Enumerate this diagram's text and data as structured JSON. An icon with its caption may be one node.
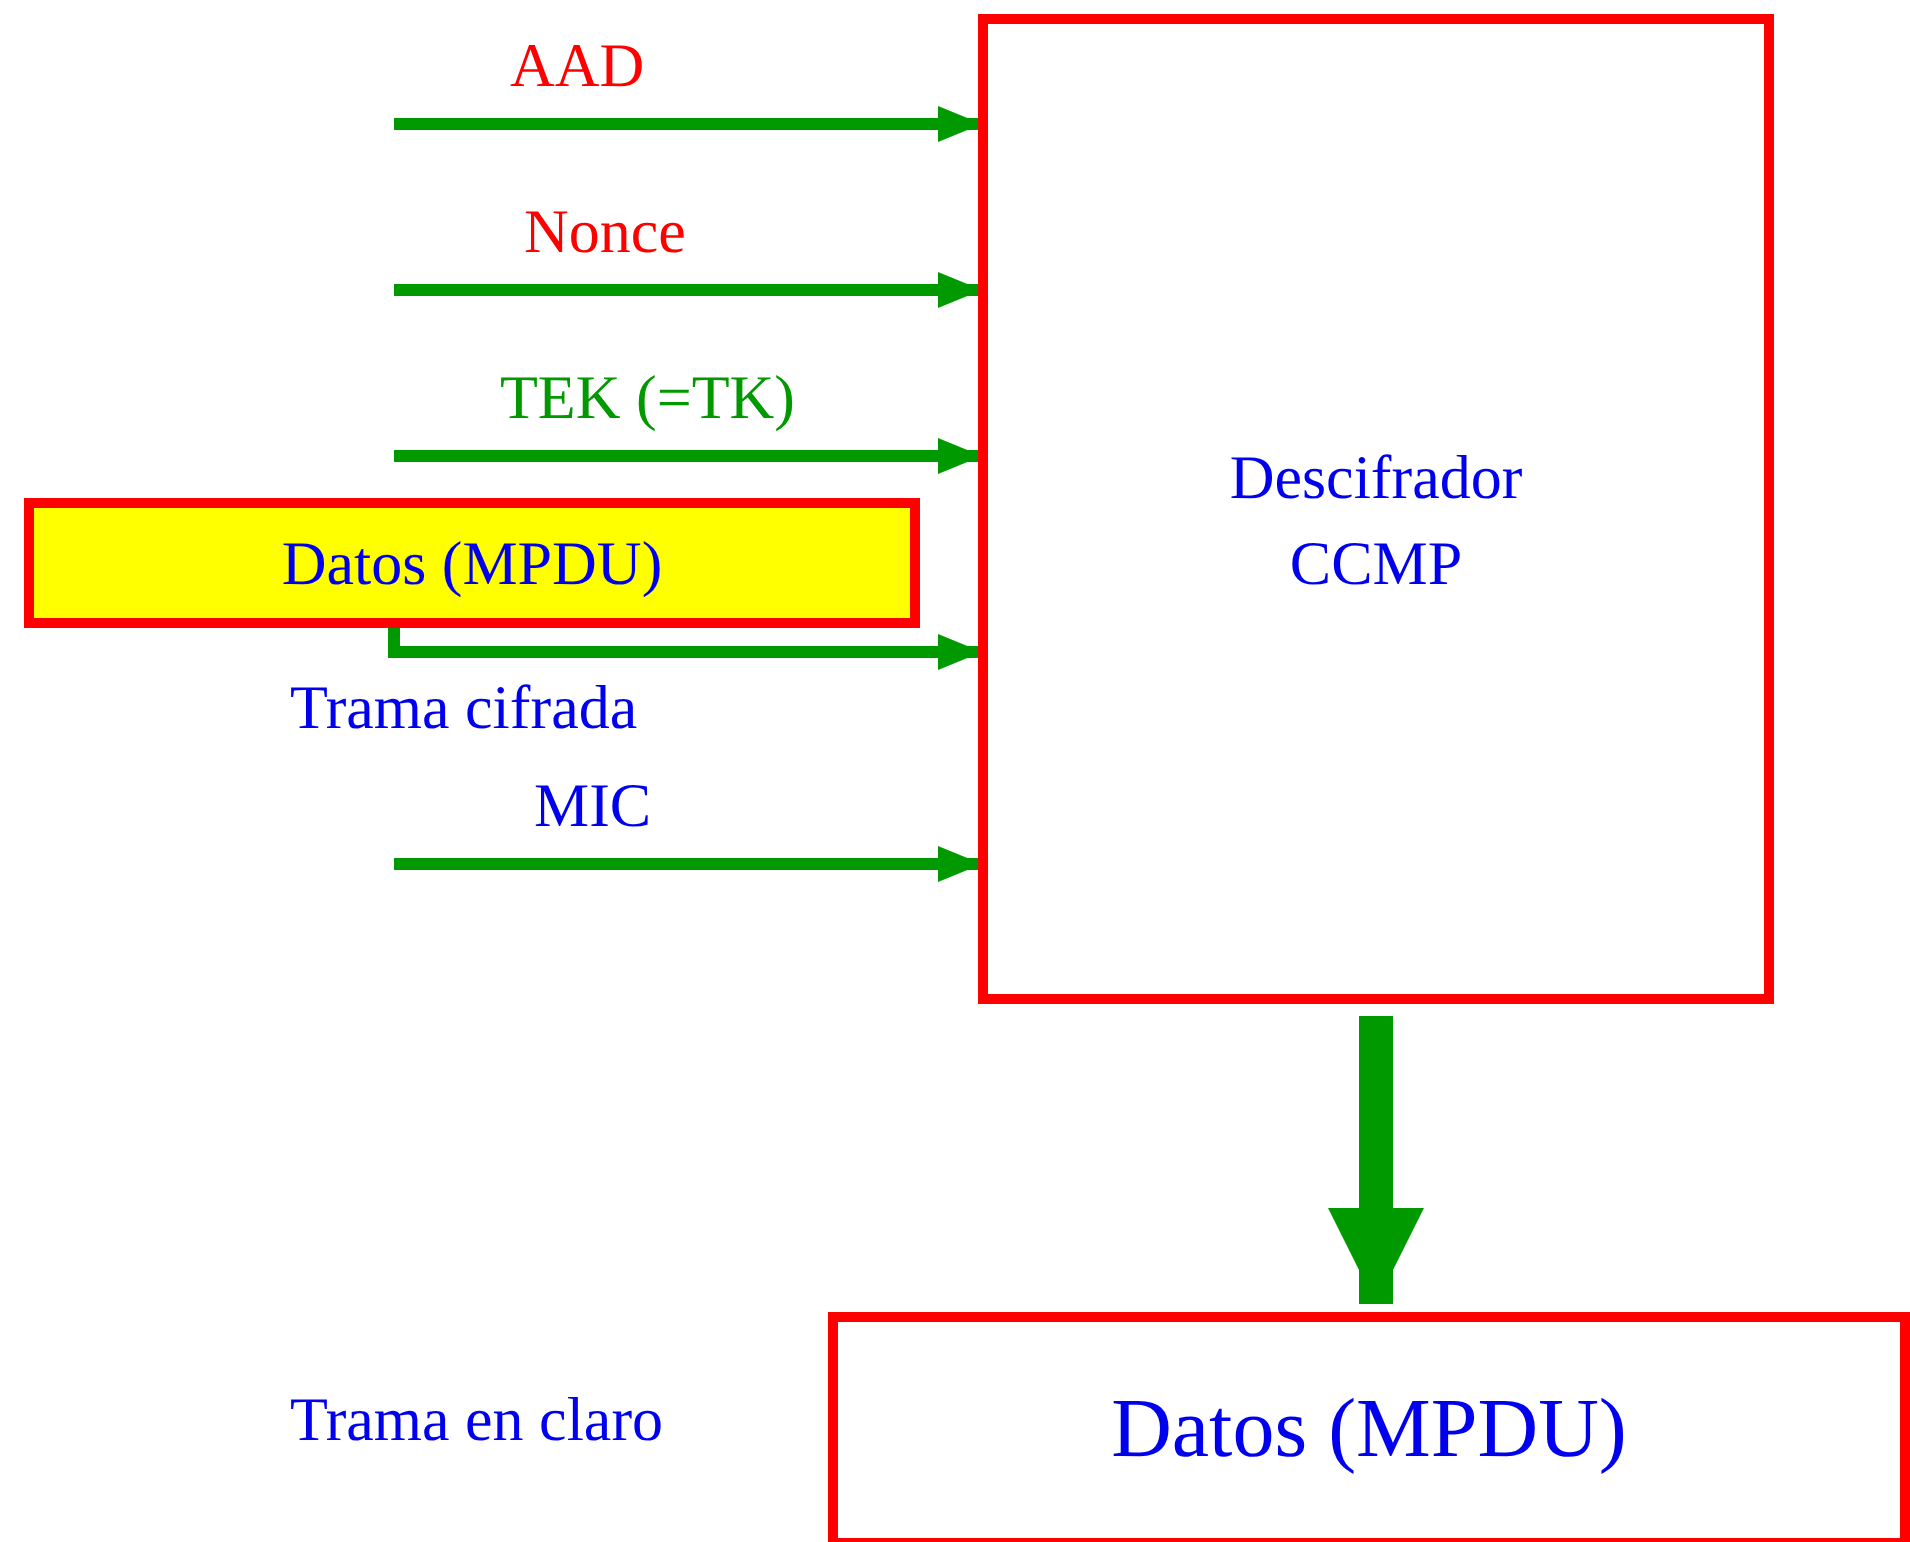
{
  "diagram": {
    "nodes": [
      {
        "text": [
          "Descifrador CCMP"
        ]
      },
      {
        "text": [
          "Datos (MPDU)"
        ]
      },
      {
        "text": [
          "Datos (MPDU)"
        ],
        "beside": [
          "Trama en claro"
        ]
      }
    ],
    "edges": [
      {
        "from": null,
        "to": 0,
        "arrow": "to",
        "label": "AAD"
      },
      {
        "from": null,
        "to": 0,
        "arrow": "to",
        "label": "Nonce"
      },
      {
        "from": null,
        "to": 0,
        "arrow": "to",
        "label": "TEK (=TK)"
      },
      {
        "from": 1,
        "to": 0,
        "arrow": "to"
      },
      {
        "from": null,
        "to": 0,
        "arrow": "to",
        "label": "MIC"
      },
      {
        "from": 0,
        "to": 2,
        "arrow": "to",
        "style": "thick"
      }
    ],
    "labels": [
      "Trama cifrada"
    ]
  }
}
